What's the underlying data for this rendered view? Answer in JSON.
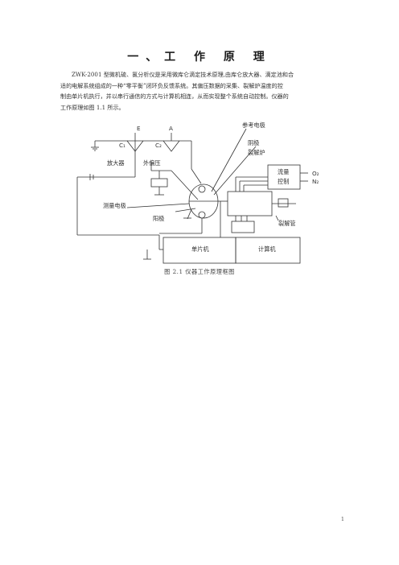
{
  "section_title": "一、工 作 原 理",
  "paragraph_lines": [
    "ZWK-2001 型微机硫、氯分析仪是采用微库仑滴定技术原理,由库仑放大器、滴定池和合",
    "适的电解系统组成的一种“零平衡”闭环负反馈系统。其偏压数据的采集、裂解炉温度的控",
    "制由单片机执行，并以串行通信的方式与计算机相连，从而实现整个系统自动控制。仪器的",
    "工作原理如图 1.1 所示。"
  ],
  "diagram": {
    "label_E": "E",
    "label_A": "A",
    "label_C1": "C₁",
    "label_C2": "C₂",
    "label_amplifier": "放大器",
    "label_bias": "外偏压",
    "label_ref_electrode": "参考电极",
    "label_cathode": "阴极",
    "label_furnace": "裂解炉",
    "label_flow_1": "流量",
    "label_flow_2": "控制",
    "label_o2": "O₂",
    "label_n2": "N₂",
    "label_measure_electrode": "测量电极",
    "label_anode": "阳极",
    "label_crack_tube": "裂解管",
    "label_mcu": "单片机",
    "label_computer": "计算机"
  },
  "figure_caption": "图 2.1    仪器工作原理框图",
  "page_number": "1"
}
